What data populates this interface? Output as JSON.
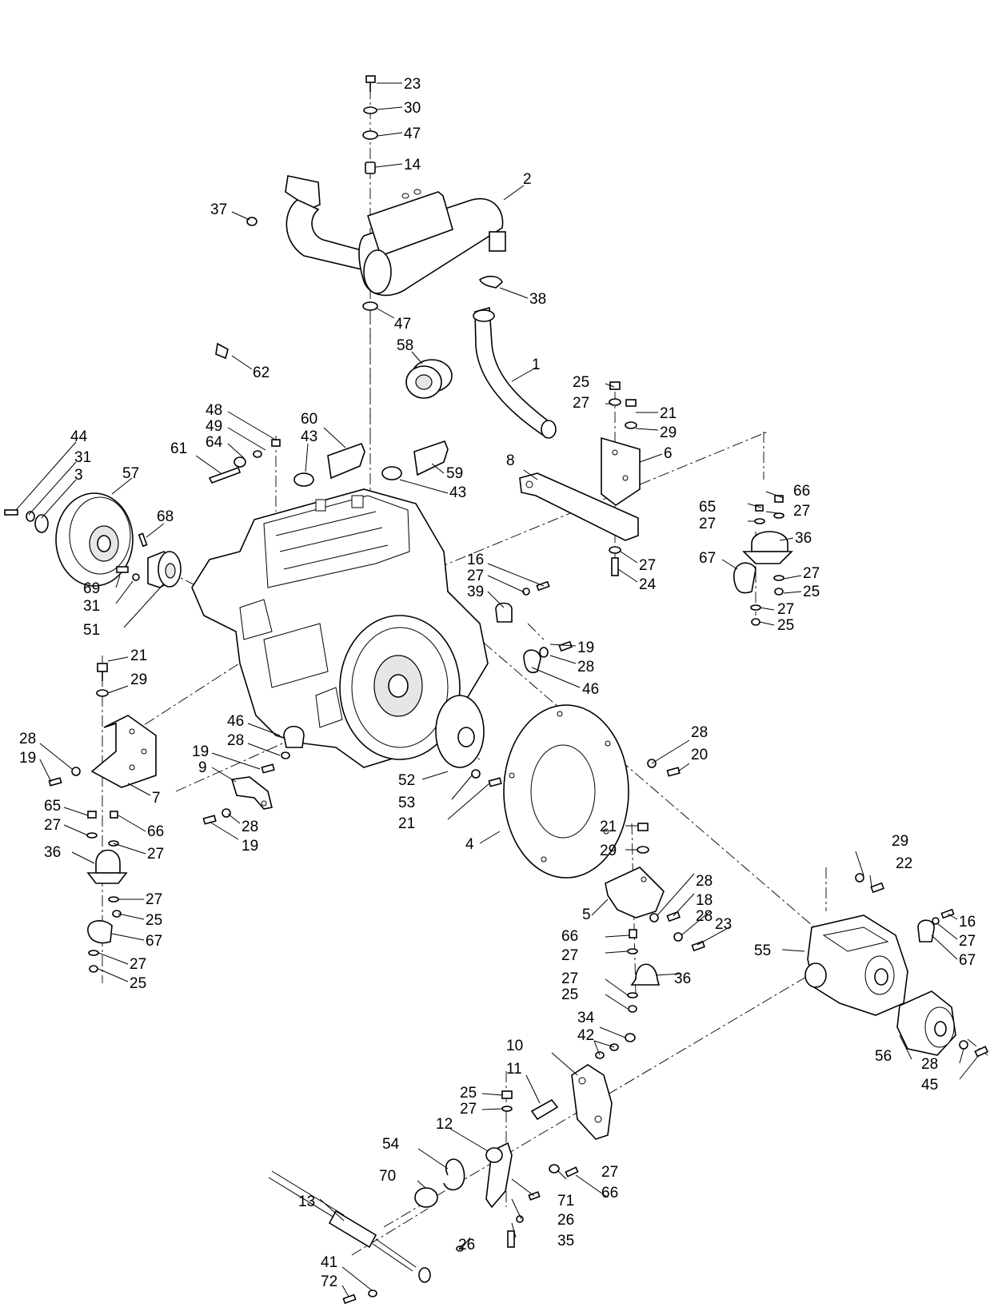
{
  "callouts": [
    {
      "text": "23"
    },
    {
      "text": "30"
    },
    {
      "text": "47"
    },
    {
      "text": "14"
    },
    {
      "text": "2"
    },
    {
      "text": "37"
    },
    {
      "text": "38"
    },
    {
      "text": "47"
    },
    {
      "text": "58"
    },
    {
      "text": "62"
    },
    {
      "text": "1"
    },
    {
      "text": "25"
    },
    {
      "text": "27"
    },
    {
      "text": "21"
    },
    {
      "text": "29"
    },
    {
      "text": "6"
    },
    {
      "text": "8"
    },
    {
      "text": "48"
    },
    {
      "text": "49"
    },
    {
      "text": "64"
    },
    {
      "text": "61"
    },
    {
      "text": "60"
    },
    {
      "text": "43"
    },
    {
      "text": "59"
    },
    {
      "text": "43"
    },
    {
      "text": "44"
    },
    {
      "text": "31"
    },
    {
      "text": "3"
    },
    {
      "text": "57"
    },
    {
      "text": "68"
    },
    {
      "text": "69"
    },
    {
      "text": "31"
    },
    {
      "text": "51"
    },
    {
      "text": "66"
    },
    {
      "text": "65"
    },
    {
      "text": "27"
    },
    {
      "text": "27"
    },
    {
      "text": "36"
    },
    {
      "text": "67"
    },
    {
      "text": "27"
    },
    {
      "text": "25"
    },
    {
      "text": "27"
    },
    {
      "text": "25"
    },
    {
      "text": "27"
    },
    {
      "text": "24"
    },
    {
      "text": "16"
    },
    {
      "text": "27"
    },
    {
      "text": "39"
    },
    {
      "text": "19"
    },
    {
      "text": "28"
    },
    {
      "text": "46"
    },
    {
      "text": "21"
    },
    {
      "text": "29"
    },
    {
      "text": "28"
    },
    {
      "text": "19"
    },
    {
      "text": "7"
    },
    {
      "text": "46"
    },
    {
      "text": "28"
    },
    {
      "text": "19"
    },
    {
      "text": "9"
    },
    {
      "text": "28"
    },
    {
      "text": "19"
    },
    {
      "text": "52"
    },
    {
      "text": "53"
    },
    {
      "text": "21"
    },
    {
      "text": "28"
    },
    {
      "text": "20"
    },
    {
      "text": "4"
    },
    {
      "text": "65"
    },
    {
      "text": "27"
    },
    {
      "text": "66"
    },
    {
      "text": "36"
    },
    {
      "text": "27"
    },
    {
      "text": "27"
    },
    {
      "text": "25"
    },
    {
      "text": "67"
    },
    {
      "text": "27"
    },
    {
      "text": "25"
    },
    {
      "text": "21"
    },
    {
      "text": "29"
    },
    {
      "text": "29"
    },
    {
      "text": "22"
    },
    {
      "text": "28"
    },
    {
      "text": "18"
    },
    {
      "text": "28"
    },
    {
      "text": "23"
    },
    {
      "text": "5"
    },
    {
      "text": "66"
    },
    {
      "text": "27"
    },
    {
      "text": "36"
    },
    {
      "text": "27"
    },
    {
      "text": "25"
    },
    {
      "text": "16"
    },
    {
      "text": "27"
    },
    {
      "text": "67"
    },
    {
      "text": "55"
    },
    {
      "text": "56"
    },
    {
      "text": "28"
    },
    {
      "text": "45"
    },
    {
      "text": "34"
    },
    {
      "text": "42"
    },
    {
      "text": "10"
    },
    {
      "text": "11"
    },
    {
      "text": "25"
    },
    {
      "text": "27"
    },
    {
      "text": "12"
    },
    {
      "text": "54"
    },
    {
      "text": "27"
    },
    {
      "text": "66"
    },
    {
      "text": "70"
    },
    {
      "text": "71"
    },
    {
      "text": "26"
    },
    {
      "text": "13"
    },
    {
      "text": "26"
    },
    {
      "text": "35"
    },
    {
      "text": "41"
    },
    {
      "text": "72"
    }
  ]
}
